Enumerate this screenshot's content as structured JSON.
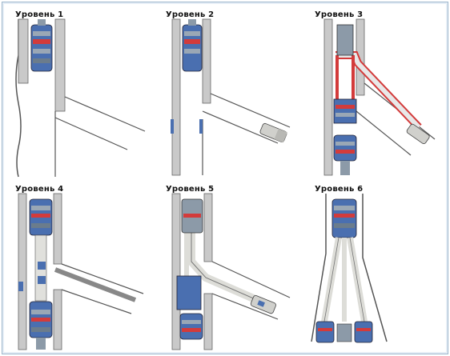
{
  "panels": [
    {
      "label": "Уровень 1"
    },
    {
      "label": "Уровень 2"
    },
    {
      "label": "Уровень 3"
    },
    {
      "label": "Уровень 4"
    },
    {
      "label": "Уровень 5"
    },
    {
      "label": "Уровень 6"
    }
  ],
  "colors": {
    "wall": "#c9c9c9",
    "wall_line": "#555555",
    "tool_blue": "#4a6fb0",
    "tool_gray": "#8c9aa8",
    "red": "#d33b3b",
    "pipe": "#d8d8d2"
  }
}
